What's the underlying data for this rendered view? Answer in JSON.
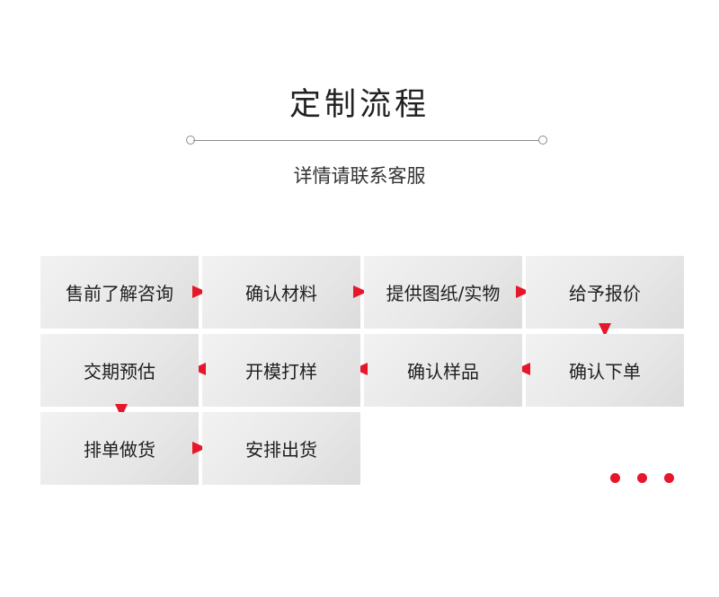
{
  "title": "定制流程",
  "subtitle": "详情请联系客服",
  "steps": [
    {
      "label": "售前了解咨询"
    },
    {
      "label": "确认材料"
    },
    {
      "label": "提供图纸/实物"
    },
    {
      "label": "给予报价"
    },
    {
      "label": "确认下单"
    },
    {
      "label": "确认样品"
    },
    {
      "label": "开模打样"
    },
    {
      "label": "交期预估"
    },
    {
      "label": "排单做货"
    },
    {
      "label": "安排出货"
    }
  ],
  "colors": {
    "accent": "#e8162a",
    "tile": "#eaeaea",
    "text": "#1f1f1f"
  },
  "icons": {
    "flow_arrow": "triangle-arrow",
    "more": "three-dots"
  }
}
